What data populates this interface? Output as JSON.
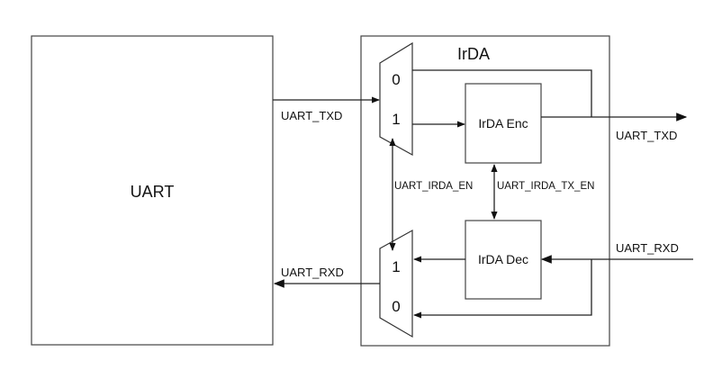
{
  "blocks": {
    "uart": "UART",
    "irda": "IrDA",
    "irda_enc": "IrDA Enc",
    "irda_dec": "IrDA Dec"
  },
  "mux_tx": {
    "top_input": "0",
    "bottom_input": "1"
  },
  "mux_rx": {
    "top_input": "1",
    "bottom_input": "0"
  },
  "signals": {
    "uart_txd_in": "UART_TXD",
    "uart_txd_out": "UART_TXD",
    "uart_rxd_in": "UART_RXD",
    "uart_rxd_out": "UART_RXD",
    "uart_irda_en": "UART_IRDA_EN",
    "uart_irda_tx_en": "UART_IRDA_TX_EN"
  },
  "colors": {
    "line": "#222222",
    "box_border": "#444444",
    "background": "#ffffff"
  }
}
